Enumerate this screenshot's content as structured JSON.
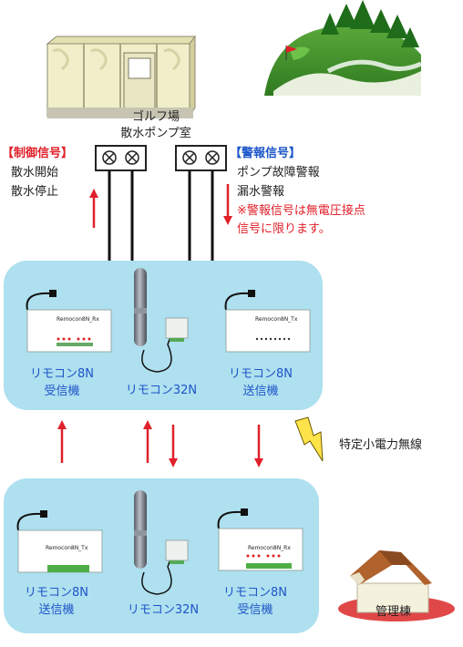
{
  "pump_room": {
    "line1": "ゴルフ場",
    "line2": "散水ポンプ室"
  },
  "control_signal": {
    "title": "【制御信号】",
    "item1": "散水開始",
    "item2": "散水停止"
  },
  "alarm_signal": {
    "title": "【警報信号】",
    "item1": "ポンプ故障警報",
    "item2": "漏水警報",
    "note1": "※警報信号は無電圧接点",
    "note2": "信号に限ります。"
  },
  "top_devices": {
    "receiver": {
      "line1": "リモコン8N",
      "line2": "受信機",
      "brand": "Remocon8N_Rx"
    },
    "relay": {
      "line1": "リモコン32N"
    },
    "transmitter": {
      "line1": "リモコン8N",
      "line2": "送信機",
      "brand": "Remocon8N_Tx"
    }
  },
  "bottom_devices": {
    "transmitter": {
      "line1": "リモコン8N",
      "line2": "送信機",
      "brand": "Remocon8N_Tx"
    },
    "relay": {
      "line1": "リモコン32N"
    },
    "receiver": {
      "line1": "リモコン8N",
      "line2": "受信機",
      "brand": "Remocon8N_Rx"
    }
  },
  "radio_label": "特定小電力無線",
  "management_building": "管理棟",
  "colors": {
    "panel": "#aee0ef",
    "arrow": "#e0202a",
    "device_label": "#1f55c8",
    "alarm_title": "#1a55c9",
    "control_title": "#e0202a"
  }
}
